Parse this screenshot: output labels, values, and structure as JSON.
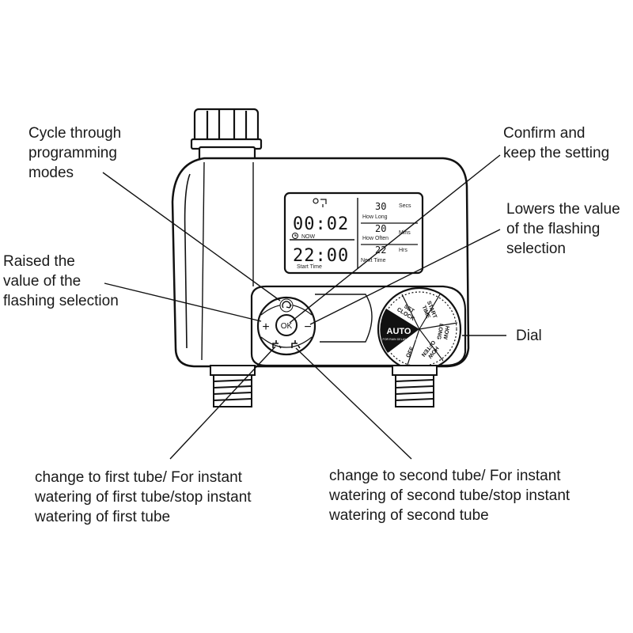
{
  "callouts": {
    "cycle": [
      "Cycle through",
      "programming",
      "modes"
    ],
    "confirm": [
      "Confirm and",
      "keep the setting"
    ],
    "lowers": [
      "Lowers the value",
      "of the flashing",
      "selection"
    ],
    "raised": [
      "Raised the",
      "value of the",
      "flashing selection"
    ],
    "dial": [
      "Dial"
    ],
    "first_tube": [
      "change to first tube/ For instant",
      "watering of first tube/stop instant",
      "watering of first tube"
    ],
    "second_tube": [
      "change to second tube/ For instant",
      "watering of second tube/stop instant",
      "watering of second tube"
    ]
  },
  "lcd": {
    "now_time": "00:02",
    "now_label": "NOW",
    "start_time": "22:00",
    "start_label": "Start Time",
    "how_long_value": "30",
    "how_long_unit": "Secs",
    "how_long_label": "How Long",
    "how_often_value": "20",
    "how_often_unit": "Mins",
    "how_often_label": "How Often",
    "next_time_value": "22",
    "next_time_unit": "Hrs",
    "next_time_label": "Next Time"
  },
  "buttons": {
    "plus": "+",
    "minus": "−",
    "ok": "OK"
  },
  "dial": {
    "auto": "AUTO",
    "auto_sub": "FOR RAIN DELAY PRESS+",
    "set_clock": [
      "SET",
      "CLOCK"
    ],
    "start_time": [
      "START",
      "TIME"
    ],
    "how_long": [
      "HOW",
      "LONG"
    ],
    "how_often": [
      "HOW",
      "OFTEN"
    ],
    "off": "OFF"
  }
}
